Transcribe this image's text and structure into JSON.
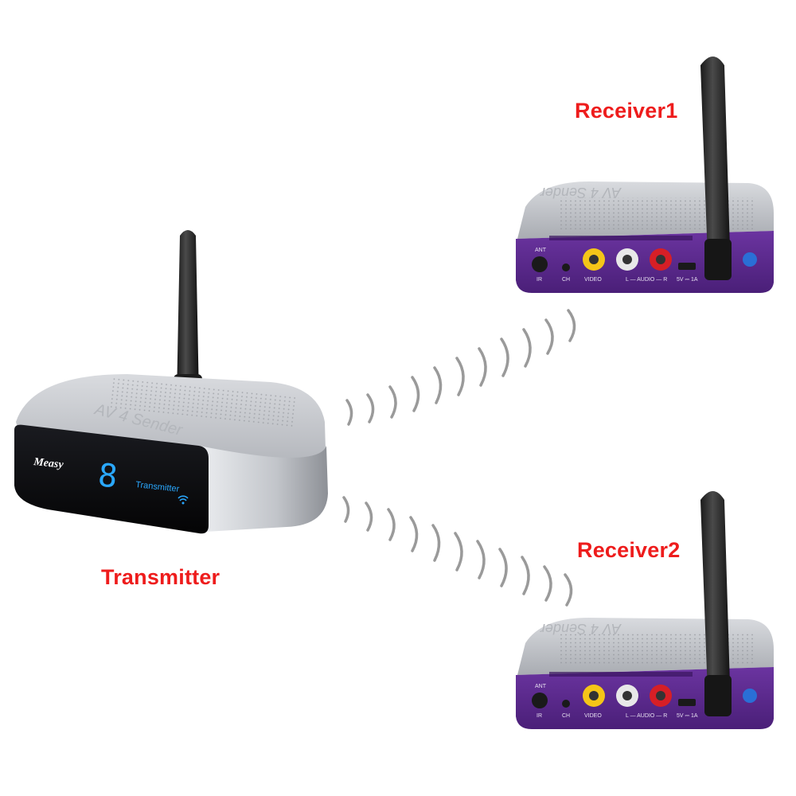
{
  "labels": {
    "transmitter": "Transmitter",
    "receiver1": "Receiver1",
    "receiver2": "Receiver2"
  },
  "transmitter_device": {
    "brand": "Measy",
    "display_digit": "8",
    "panel_text": "Transmitter",
    "top_engraving": "AV 4 Sender"
  },
  "receiver_device": {
    "top_engraving": "AV 4 Sender",
    "port_labels": {
      "ant": "ANT",
      "ir": "IR",
      "ch": "CH",
      "video": "VIDEO",
      "audio": "L — AUDIO — R",
      "power": "5V ⎓ 1A"
    }
  },
  "colors": {
    "label_red": "#ee1c1c",
    "silver": "#c9cbcf",
    "purple_panel": "#5b2a8c",
    "black_face": "#0b0b0e",
    "display_blue": "#2aa8ff",
    "wave_gray": "#9a9a9a"
  }
}
